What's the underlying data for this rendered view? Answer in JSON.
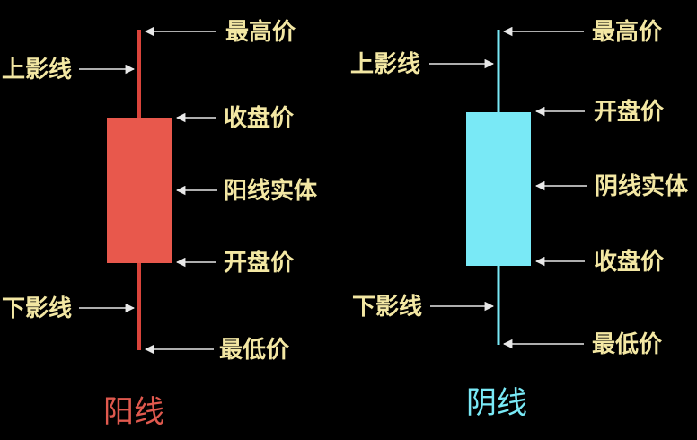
{
  "colors": {
    "background": "#000000",
    "label_text": "#f3e7a3",
    "arrow": "#e8e8e8",
    "bullish_body": "#e8584c",
    "bullish_wick": "#d9443b",
    "bullish_title": "#e0594e",
    "bearish_body": "#79e9f6",
    "bearish_wick": "#79e9f6",
    "bearish_title": "#79e9f6"
  },
  "bullish": {
    "title": "阳线",
    "labels": {
      "high": "最高价",
      "upper_shadow": "上影线",
      "close": "收盘价",
      "body": "阳线实体",
      "open": "开盘价",
      "lower_shadow": "下影线",
      "low": "最低价"
    }
  },
  "bearish": {
    "title": "阴线",
    "labels": {
      "high": "最高价",
      "upper_shadow": "上影线",
      "open": "开盘价",
      "body": "阴线实体",
      "close": "收盘价",
      "lower_shadow": "下影线",
      "low": "最低价"
    }
  }
}
